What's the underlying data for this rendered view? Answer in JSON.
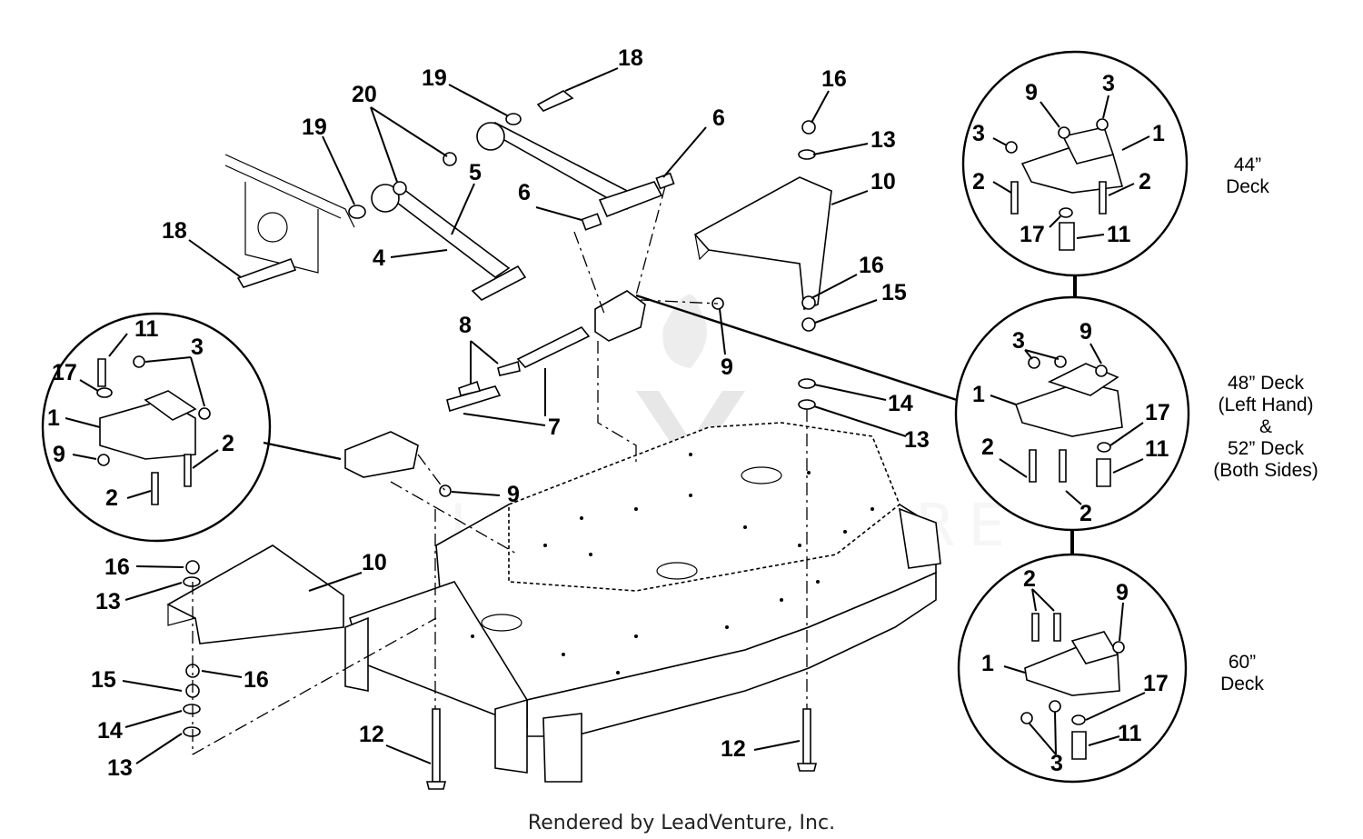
{
  "callouts": {
    "c18_top": "18",
    "c19_top": "19",
    "c20": "20",
    "c19_left": "19",
    "c5": "5",
    "c6_top": "6",
    "c6_mid": "6",
    "c18_left": "18",
    "c4": "4",
    "c16_top": "16",
    "c13_top": "13",
    "c10_top": "10",
    "c16_mid": "16",
    "c15_mid": "15",
    "c9_mid": "9",
    "c8": "8",
    "c7": "7",
    "c9_low": "9",
    "c14_mid": "14",
    "c13_mid": "13",
    "c16_left": "16",
    "c13_left": "13",
    "c10_left": "10",
    "c15_left": "15",
    "c16_left2": "16",
    "c14_left": "14",
    "c13_left2": "13",
    "c12_left": "12",
    "c12_right": "12",
    "lc11": "11",
    "lc3": "3",
    "lc17": "17",
    "lc1": "1",
    "lc9": "9",
    "lc2a": "2",
    "lc2b": "2",
    "t9": "9",
    "t3a": "3",
    "t3b": "3",
    "t1": "1",
    "t2a": "2",
    "t2b": "2",
    "t17": "17",
    "t11": "11",
    "m3": "3",
    "m9": "9",
    "m1": "1",
    "m17": "17",
    "m2a": "2",
    "m11": "11",
    "m2b": "2",
    "b2": "2",
    "b9": "9",
    "b1": "1",
    "b17": "17",
    "b11": "11",
    "b3": "3"
  },
  "deck_labels": {
    "deck44_line1": "44”",
    "deck44_line2": "Deck",
    "deck48_line1": "48” Deck",
    "deck48_line2": "(Left Hand)",
    "deck48_line3": "&",
    "deck48_line4": "52” Deck",
    "deck48_line5": "(Both Sides)",
    "deck60_line1": "60”",
    "deck60_line2": "Deck"
  },
  "watermark": "LEADVENTURE",
  "footer": "Rendered by LeadVenture, Inc."
}
